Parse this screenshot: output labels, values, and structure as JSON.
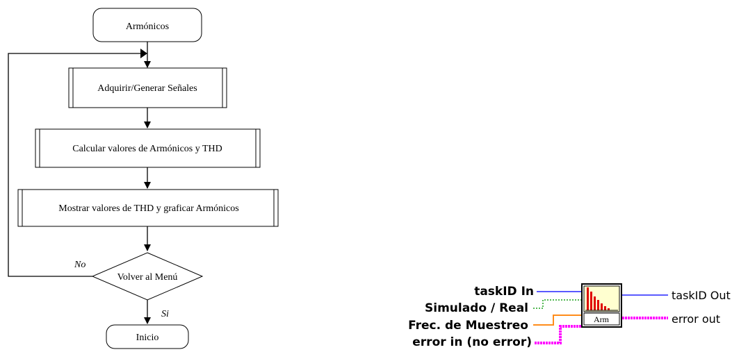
{
  "flowchart": {
    "start": "Armónicos",
    "step1": "Adquirir/Generar Señales",
    "step2": "Calcular valores de Armónicos y THD",
    "step3": "Mostrar valores de THD y graficar Armónicos",
    "decision": "Volver al Menú",
    "no_label": "No",
    "yes_label": "Si",
    "end": "Inicio"
  },
  "labview_vi": {
    "inputs": {
      "task_id": "taskID In",
      "mode": "Simulado / Real",
      "sample_rate": "Frec. de Muestreo",
      "error_in": "error in (no error)"
    },
    "outputs": {
      "task_id": "taskID Out",
      "error_out": "error out"
    },
    "icon_label": "Arm",
    "colors": {
      "task_id_wire": "#5a5aff",
      "mode_wire": "#19a019",
      "sample_rate_wire": "#ff8c1a",
      "error_wire": "#ff00ff",
      "icon_bars": "#e00000",
      "icon_bg": "#ffffd0"
    }
  }
}
